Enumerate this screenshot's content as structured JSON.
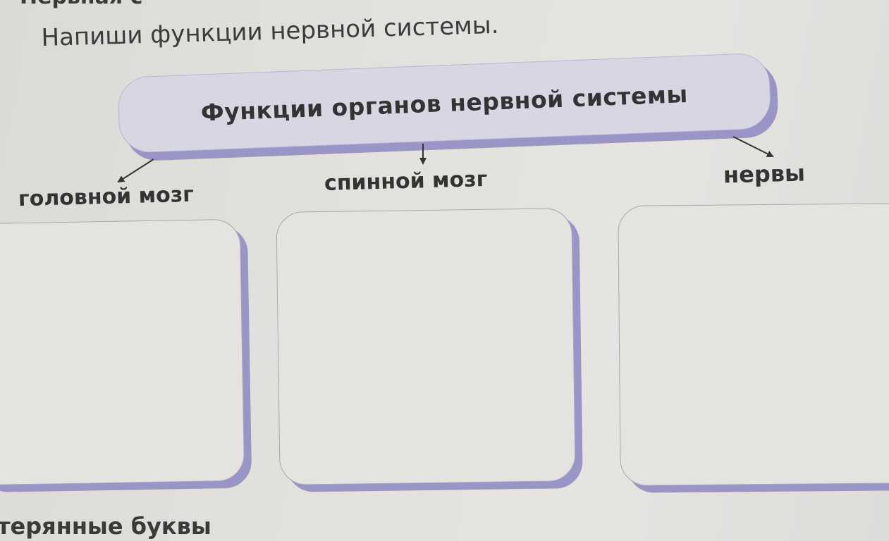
{
  "header": {
    "partial_heading": "Нервная с",
    "instruction": "Напиши функции нервной системы."
  },
  "diagram": {
    "title": "Функции органов нервной системы",
    "branches": [
      {
        "label": "головной мозг"
      },
      {
        "label": "спинной мозг"
      },
      {
        "label": "нервы"
      }
    ]
  },
  "footer": {
    "partial_text": "терянные буквы"
  },
  "colors": {
    "accent": "#9a95c7",
    "pill_fill": "#d8d6e3",
    "paper": "#e3e1dd"
  }
}
